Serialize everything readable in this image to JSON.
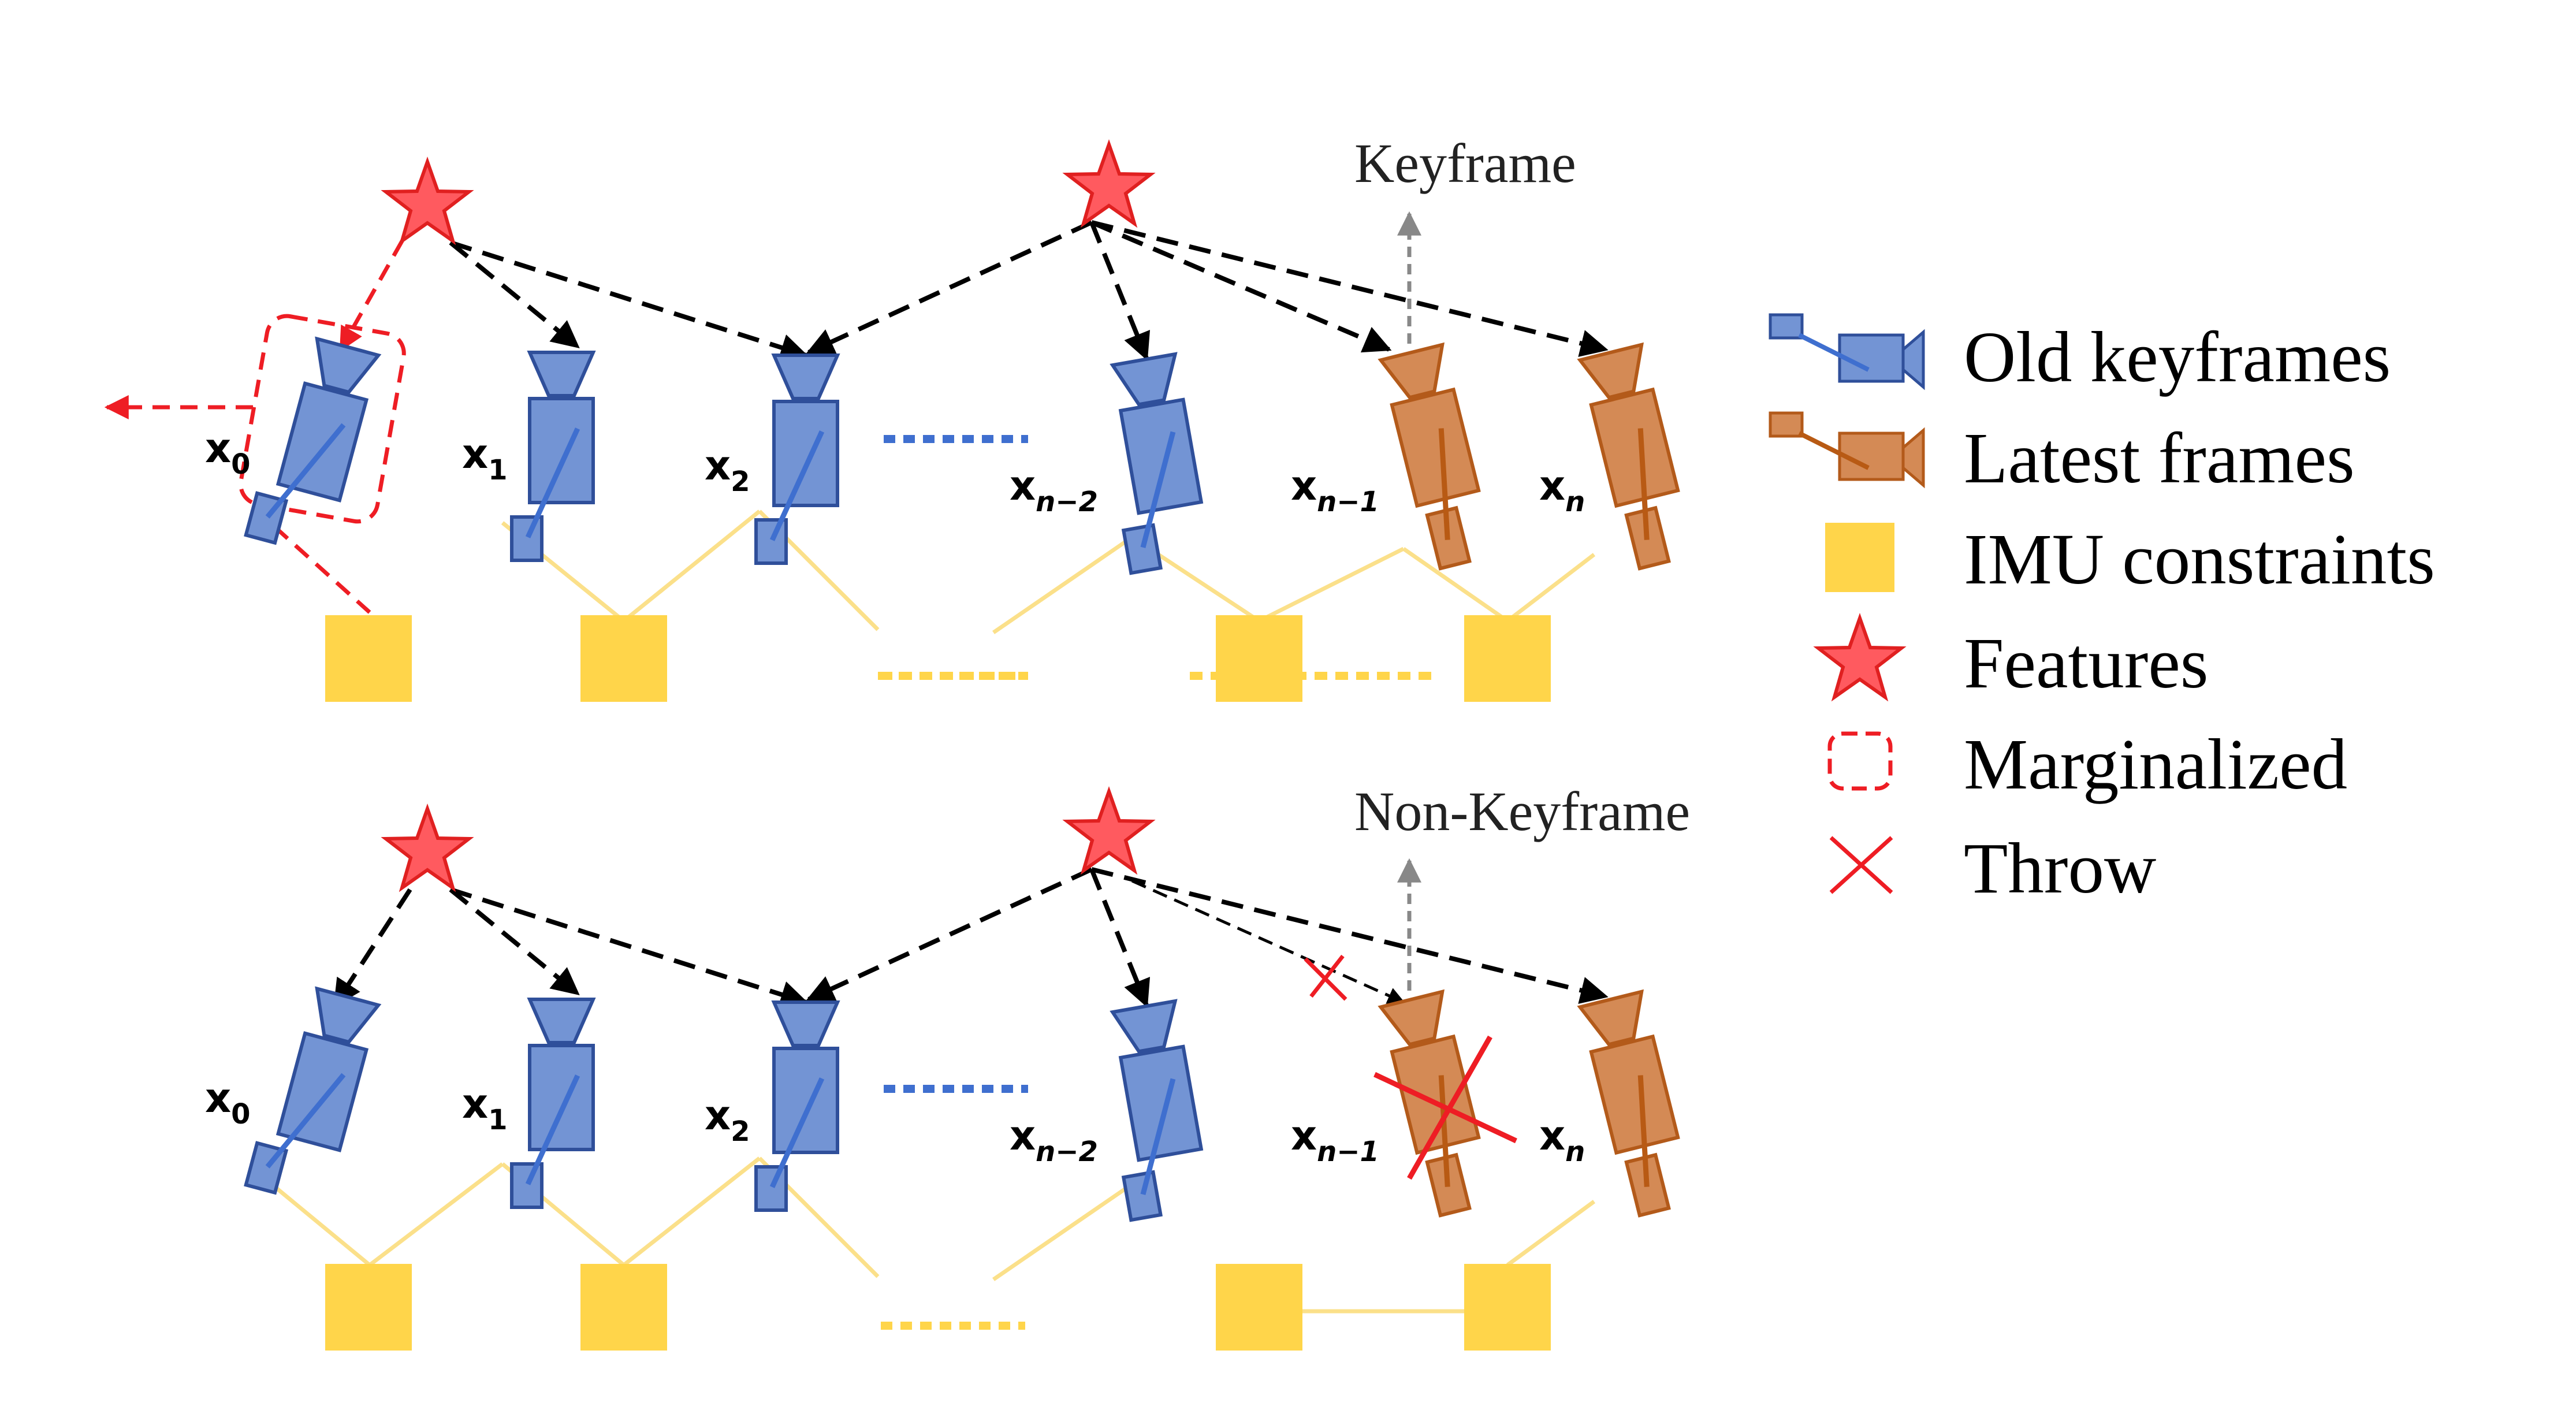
{
  "annotations": {
    "top": "Keyframe",
    "bottom": "Non-Keyframe"
  },
  "frame_labels": {
    "x0": "x",
    "x0_sub": "0",
    "x1": "x",
    "x1_sub": "1",
    "x2": "x",
    "x2_sub": "2",
    "xn2": "x",
    "xn2_sub": "n−2",
    "xn1": "x",
    "xn1_sub": "n−1",
    "xn": "x",
    "xn_sub": "n"
  },
  "legend": {
    "old_keyframes": "Old keyframes",
    "latest_frames": "Latest frames",
    "imu_constraints": "IMU constraints",
    "features": "Features",
    "marginalized": "Marginalized",
    "throw": "Throw"
  },
  "colors": {
    "old_fill": "#7394d4",
    "old_stroke": "#2f4f9a",
    "old_line": "#3f6fcf",
    "latest_fill": "#d48a55",
    "latest_stroke": "#b35a1a",
    "latest_line": "#b85a14",
    "imu_fill": "#ffd54a",
    "imu_line": "#fbe08a",
    "feature_fill": "#ff5a5f",
    "feature_stroke": "#e02020",
    "marginalized": "#ee1d24",
    "throw": "#ee1d24",
    "arrow": "#000000",
    "gray_arrow": "#888888"
  }
}
